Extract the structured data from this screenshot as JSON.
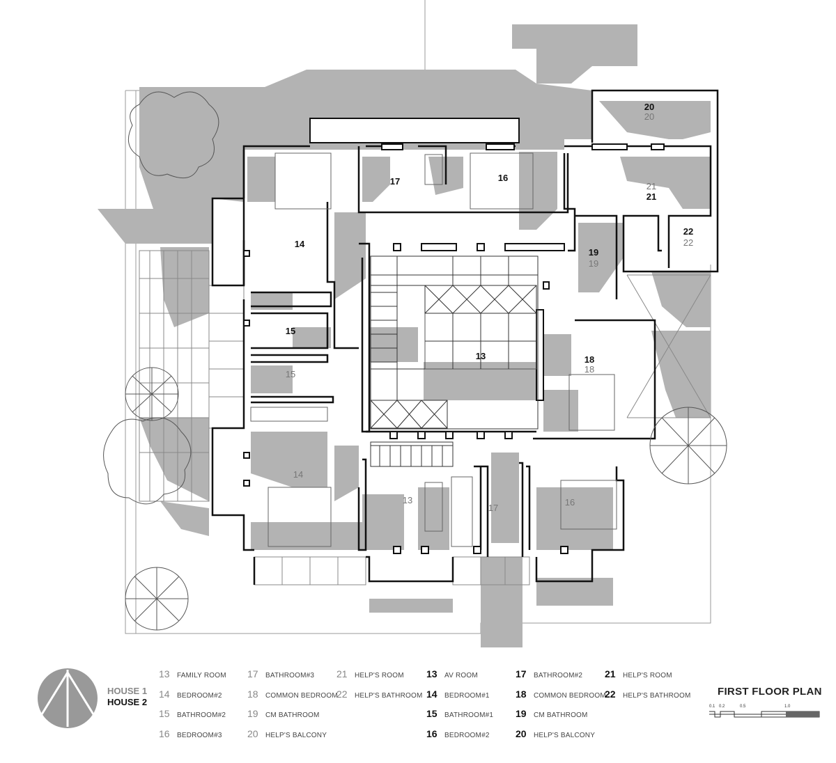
{
  "plan_title": "FIRST FLOOR PLAN",
  "houses": {
    "house1": "HOUSE 1",
    "house2": "HOUSE 2"
  },
  "scale": {
    "ticks": [
      "0.1",
      "0.2",
      "0.5",
      "1.0"
    ]
  },
  "rooms": [
    {
      "n": "20",
      "house": 2
    },
    {
      "n": "20",
      "house": 1
    },
    {
      "n": "17",
      "house": 2
    },
    {
      "n": "16",
      "house": 2
    },
    {
      "n": "21",
      "house": 1
    },
    {
      "n": "21",
      "house": 2
    },
    {
      "n": "22",
      "house": 2
    },
    {
      "n": "22",
      "house": 1
    },
    {
      "n": "14",
      "house": 2
    },
    {
      "n": "19",
      "house": 2
    },
    {
      "n": "19",
      "house": 1
    },
    {
      "n": "15",
      "house": 2
    },
    {
      "n": "13",
      "house": 2
    },
    {
      "n": "18",
      "house": 2
    },
    {
      "n": "18",
      "house": 1
    },
    {
      "n": "15",
      "house": 1
    },
    {
      "n": "14",
      "house": 1
    },
    {
      "n": "13",
      "house": 1
    },
    {
      "n": "17",
      "house": 1
    },
    {
      "n": "16",
      "house": 1
    }
  ],
  "legend": {
    "house1": [
      {
        "num": "13",
        "label": "FAMILY ROOM"
      },
      {
        "num": "14",
        "label": "BEDROOM#2"
      },
      {
        "num": "15",
        "label": "BATHROOM#2"
      },
      {
        "num": "16",
        "label": "BEDROOM#3"
      },
      {
        "num": "17",
        "label": "BATHROOM#3"
      },
      {
        "num": "18",
        "label": "COMMON BEDROOM"
      },
      {
        "num": "19",
        "label": "CM BATHROOM"
      },
      {
        "num": "20",
        "label": "HELP'S BALCONY"
      },
      {
        "num": "21",
        "label": "HELP'S ROOM"
      },
      {
        "num": "22",
        "label": "HELP'S BATHROOM"
      }
    ],
    "house2": [
      {
        "num": "13",
        "label": "AV ROOM"
      },
      {
        "num": "14",
        "label": "BEDROOM#1"
      },
      {
        "num": "15",
        "label": "BATHROOM#1"
      },
      {
        "num": "16",
        "label": "BEDROOM#2"
      },
      {
        "num": "17",
        "label": "BATHROOM#2"
      },
      {
        "num": "18",
        "label": "COMMON BEDROOM"
      },
      {
        "num": "19",
        "label": "CM BATHROOM"
      },
      {
        "num": "20",
        "label": "HELP'S BALCONY"
      },
      {
        "num": "21",
        "label": "HELP'S ROOM"
      },
      {
        "num": "22",
        "label": "HELP'S BATHROOM"
      }
    ]
  }
}
